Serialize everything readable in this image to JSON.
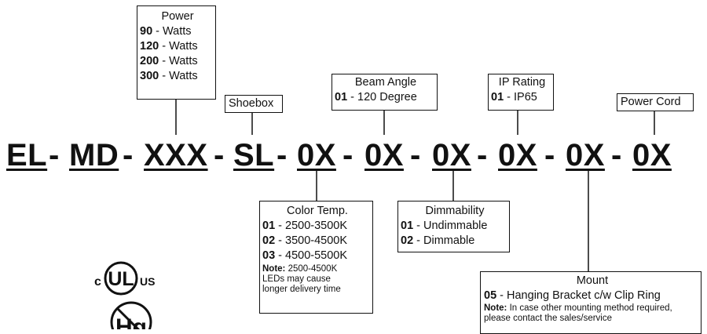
{
  "code": {
    "segments": [
      "EL",
      "MD",
      "XXX",
      "SL",
      "0X",
      "0X",
      "0X",
      "0X",
      "0X",
      "0X"
    ],
    "separator": "-"
  },
  "power": {
    "title": "Power",
    "options": [
      {
        "code": "90",
        "text": " - Watts"
      },
      {
        "code": "120",
        "text": " - Watts"
      },
      {
        "code": "200",
        "text": " - Watts"
      },
      {
        "code": "300",
        "text": " - Watts"
      }
    ]
  },
  "shoebox": {
    "title": "Shoebox"
  },
  "beam_angle": {
    "title": "Beam Angle",
    "options": [
      {
        "code": "01",
        "text": " - 120 Degree"
      }
    ]
  },
  "ip_rating": {
    "title": "IP Rating",
    "options": [
      {
        "code": "01",
        "text": " - IP65"
      }
    ]
  },
  "power_cord": {
    "title": "Power Cord"
  },
  "color_temp": {
    "title": "Color Temp.",
    "options": [
      {
        "code": "01",
        "text": " - 2500-3500K"
      },
      {
        "code": "02",
        "text": " - 3500-4500K"
      },
      {
        "code": "03",
        "text": " - 4500-5500K"
      }
    ],
    "note_label": "Note:",
    "note_text": " 2500-4500K LEDs may cause longer delivery time"
  },
  "dimmability": {
    "title": "Dimmability",
    "options": [
      {
        "code": "01",
        "text": " - Undimmable"
      },
      {
        "code": "02",
        "text": " - Dimmable"
      }
    ]
  },
  "mount": {
    "title": "Mount",
    "options": [
      {
        "code": "05",
        "text": " - Hanging Bracket c/w Clip Ring"
      }
    ],
    "note_label": "Note:",
    "note_text": " In case other mounting method required, please contact the sales/service"
  },
  "logos": {
    "ul_left": "c",
    "ul_center": "UL",
    "ul_right": "US",
    "hg": "Hg"
  }
}
